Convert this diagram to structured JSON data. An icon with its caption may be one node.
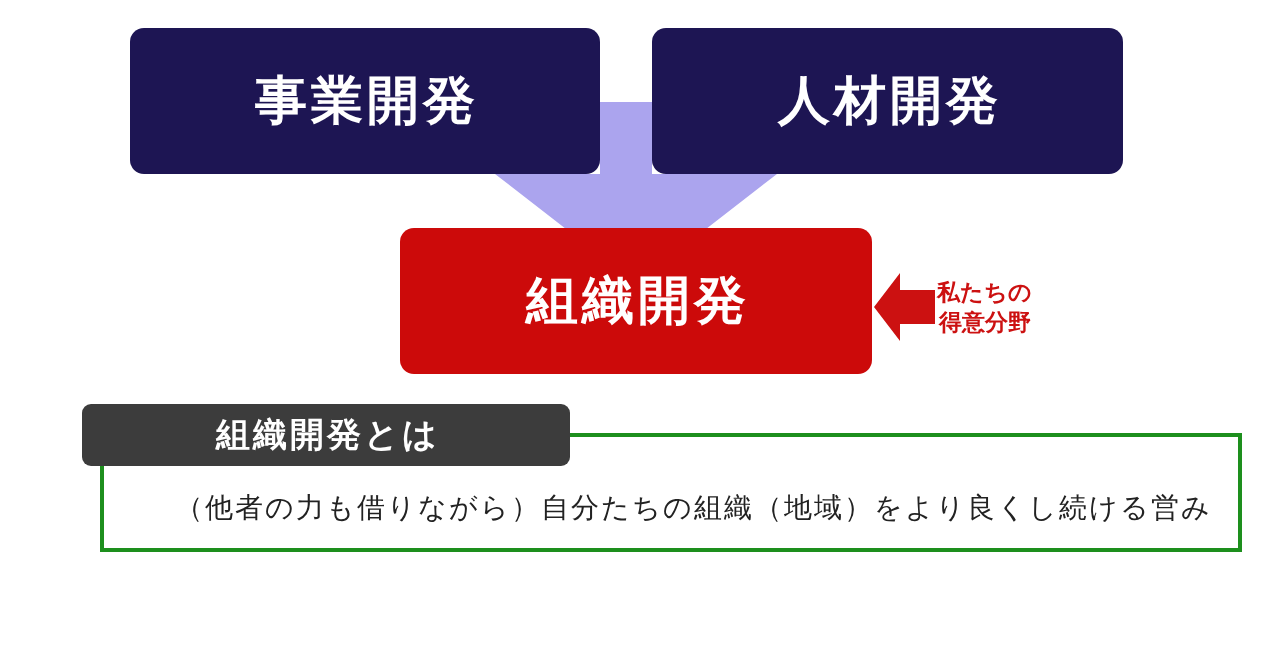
{
  "diagram": {
    "nodes": [
      {
        "text": [
          "事業開発"
        ]
      },
      {
        "text": [
          "人材開発"
        ]
      },
      {
        "text": [
          "組織開発"
        ]
      },
      {
        "text": [
          "私たちの得意分野"
        ]
      },
      {
        "text": [
          "組織開発とは",
          "（他者の力も借りながら）自分たちの組織（地域）をより良くし続ける営み"
        ]
      }
    ],
    "edges": [
      {
        "from": 0,
        "to": 2,
        "arrow": "none"
      },
      {
        "from": 1,
        "to": 2,
        "arrow": "none"
      },
      {
        "from": 3,
        "to": 2,
        "arrow": "to",
        "style": "thick",
        "color": "#cc1111"
      }
    ]
  }
}
